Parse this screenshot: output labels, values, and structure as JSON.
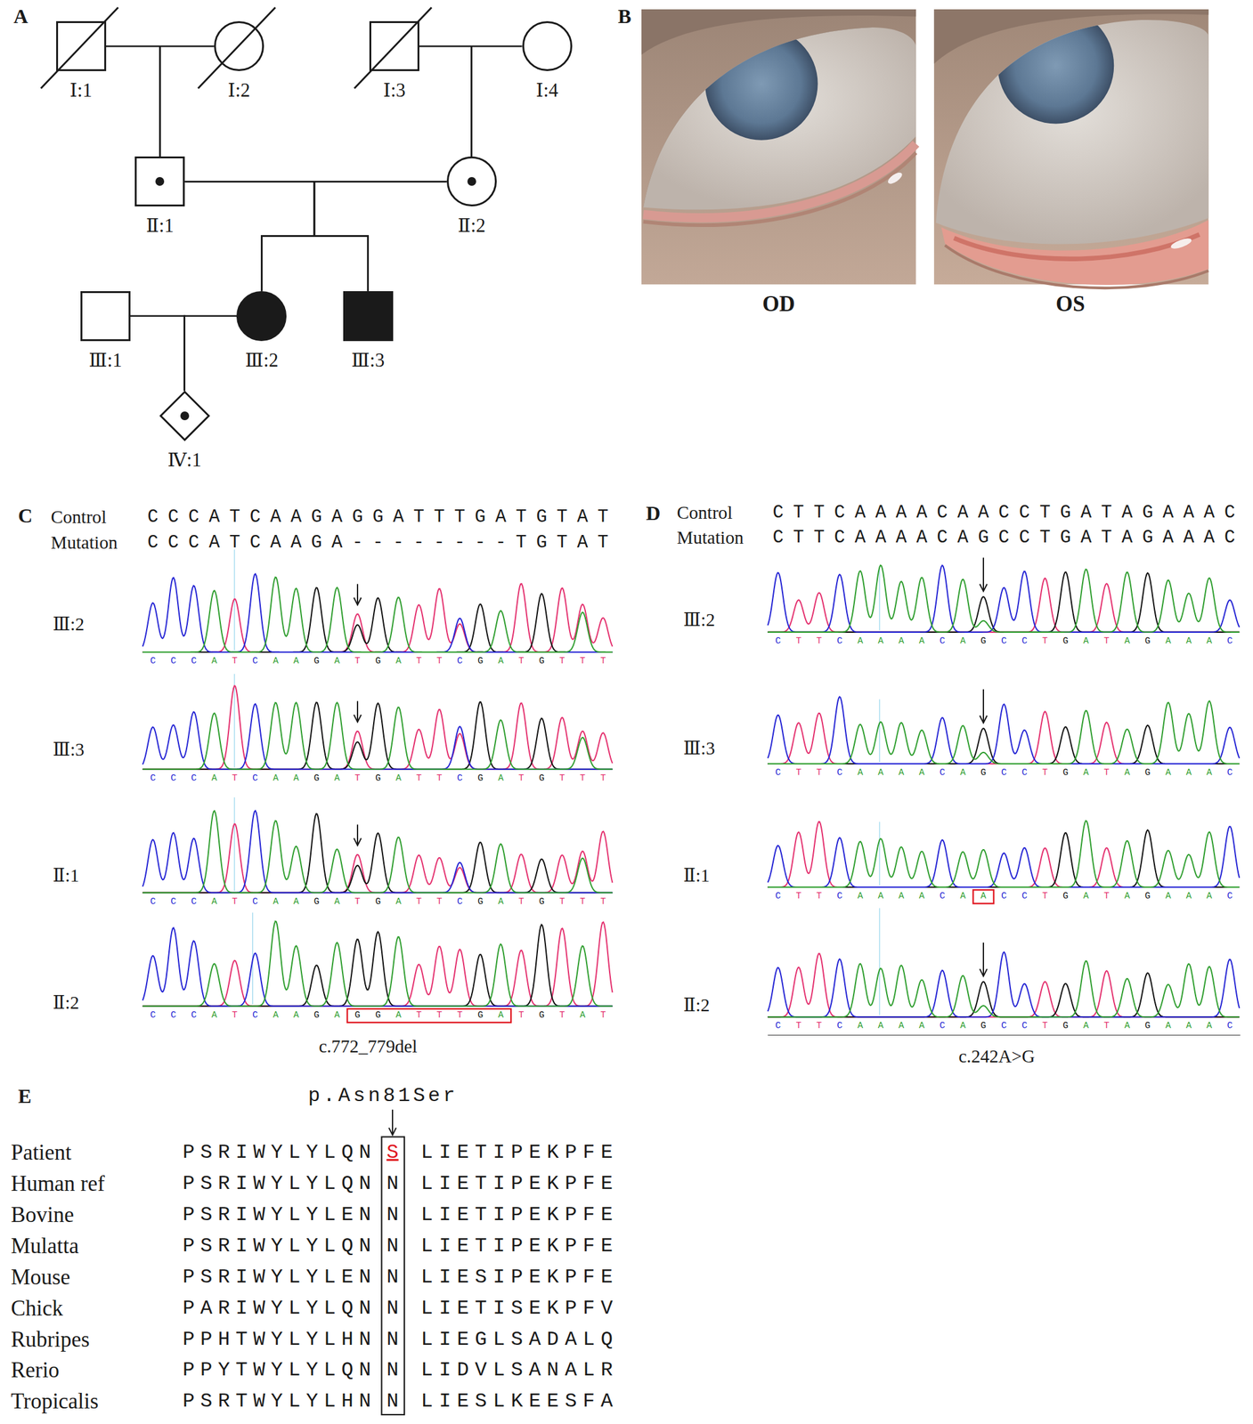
{
  "diagram": {
    "nodes": [
      {
        "text": [
          "Ⅰ:1"
        ]
      },
      {
        "text": [
          "Ⅰ:2"
        ]
      },
      {
        "text": [
          "Ⅰ:3"
        ]
      },
      {
        "text": [
          "Ⅰ:4"
        ]
      },
      {
        "text": [
          "Ⅱ:1"
        ]
      },
      {
        "text": [
          "Ⅱ:2"
        ]
      },
      {
        "text": [
          "Ⅲ:1"
        ]
      },
      {
        "text": [
          "Ⅲ:2"
        ]
      },
      {
        "text": [
          "Ⅲ:3"
        ]
      },
      {
        "text": [
          "Ⅳ:1"
        ]
      }
    ],
    "edges": [
      {
        "from": 0,
        "to": 4,
        "arrow": "none"
      },
      {
        "from": 1,
        "to": 4,
        "arrow": "none"
      },
      {
        "from": 2,
        "to": 5,
        "arrow": "none"
      },
      {
        "from": 3,
        "to": 5,
        "arrow": "none"
      },
      {
        "from": 4,
        "to": 7,
        "arrow": "none"
      },
      {
        "from": 4,
        "to": 8,
        "arrow": "none"
      },
      {
        "from": 5,
        "to": 7,
        "arrow": "none"
      },
      {
        "from": 5,
        "to": 8,
        "arrow": "none"
      },
      {
        "from": 6,
        "to": 9,
        "arrow": "none"
      },
      {
        "from": 7,
        "to": 9,
        "arrow": "none"
      }
    ],
    "labels": [
      "A",
      "B",
      "OD",
      "OS",
      "C",
      "Control",
      "CCCATCAAGAGGATTTGATGTAT",
      "Mutation",
      "CCCATCAAGA--------TGTAT",
      "Ⅲ:2",
      "CCCATCAAGATGATTCGATGTTT",
      "Ⅲ:3",
      "CCCATCAAGATGATTCGATGTTT",
      "Ⅱ:1",
      "CCCATCAAGATGATTCGATGTTT",
      "Ⅱ:2",
      "CCCATCAAGAGGATTTGATGTAT",
      "c.772_779del",
      "D",
      "Control",
      "CTTCAAAACAACCTGATAGAAAC",
      "Mutation",
      "CTTCAAAACAGCCTGATAGAAAC",
      "Ⅲ:2",
      "CTTCAAAACAGCCTGATAGAAAC",
      "Ⅲ:3",
      "CTTCAAAACAGCCTGATAGAAAC",
      "Ⅱ:1",
      "CTTCAAAACAACCTGATAGAAAC",
      "Ⅱ:2",
      "CTTCAAAACAGCCTGATAGAAAC",
      "c.242A>G",
      "E",
      "p.Asn81Ser",
      "Patient",
      "PSRIWYLYLQN",
      "S",
      "LIETIPEKPFE",
      "Human ref",
      "PSRIWYLYLQN",
      "N",
      "LIETIPEKPFE",
      "Bovine",
      "PSRIWYLYLEN",
      "N",
      "LIETIPEKPFE",
      "Mulatta",
      "PSRIWYLYLQN",
      "N",
      "LIETIPEKPFE",
      "Mouse",
      "PSRIWYLYLEN",
      "N",
      "LIESIPEKPFE",
      "Chick",
      "PARIWYLYLQN",
      "N",
      "LIETISEKPFV",
      "Rubripes",
      "PPHTWYLYLHN",
      "N",
      "LIEGLSADALQ",
      "Rerio",
      "PPYTWYLYLQN",
      "N",
      "LIDVLSANALR",
      "Tropicalis",
      "PSRTWYLYLHN",
      "N",
      "LIESLKEESFA"
    ]
  }
}
